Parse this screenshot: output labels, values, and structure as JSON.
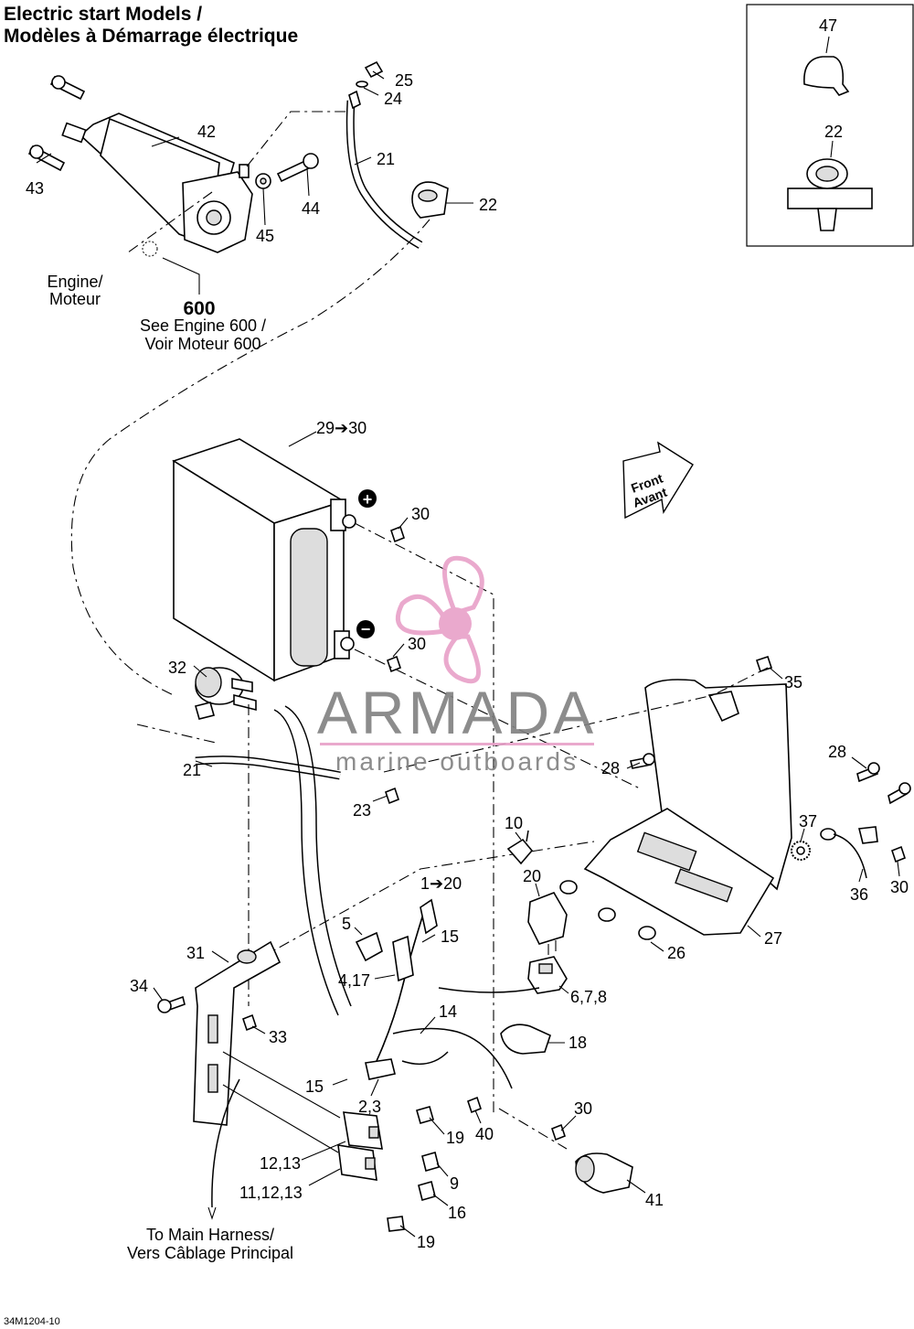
{
  "title": {
    "line1": "Electric start Models /",
    "line2": "Modèles à Démarrage électrique"
  },
  "engine_ref": {
    "engine_label_en": "Engine/",
    "engine_label_fr": "Moteur",
    "number": "600",
    "see_en": "See Engine 600 /",
    "see_fr": "Voir Moteur 600"
  },
  "harness_ref": {
    "line1": "To Main Harness/",
    "line2": "Vers Câblage Principal"
  },
  "front_arrow": {
    "line1": "Front",
    "line2": "Avant"
  },
  "battery_terminals": {
    "positive": "+",
    "negative": "−"
  },
  "callouts": [
    "47",
    "22",
    "25",
    "24",
    "21",
    "22",
    "42",
    "43",
    "44",
    "45",
    "29➔30",
    "30",
    "30",
    "32",
    "35",
    "21",
    "28",
    "28",
    "23",
    "37",
    "10",
    "20",
    "36",
    "30",
    "1➔20",
    "27",
    "15",
    "5",
    "26",
    "31",
    "4,17",
    "6,7,8",
    "34",
    "14",
    "33",
    "18",
    "15",
    "2,3",
    "40",
    "30",
    "19",
    "12,13",
    "9",
    "11,12,13",
    "16",
    "19",
    "41"
  ],
  "watermark": {
    "brand": "ARMADA",
    "tagline": "marine outboards",
    "brand_color": "#e8a0c8",
    "text_color": "#808080"
  },
  "drawing_code": "34M1204-10"
}
